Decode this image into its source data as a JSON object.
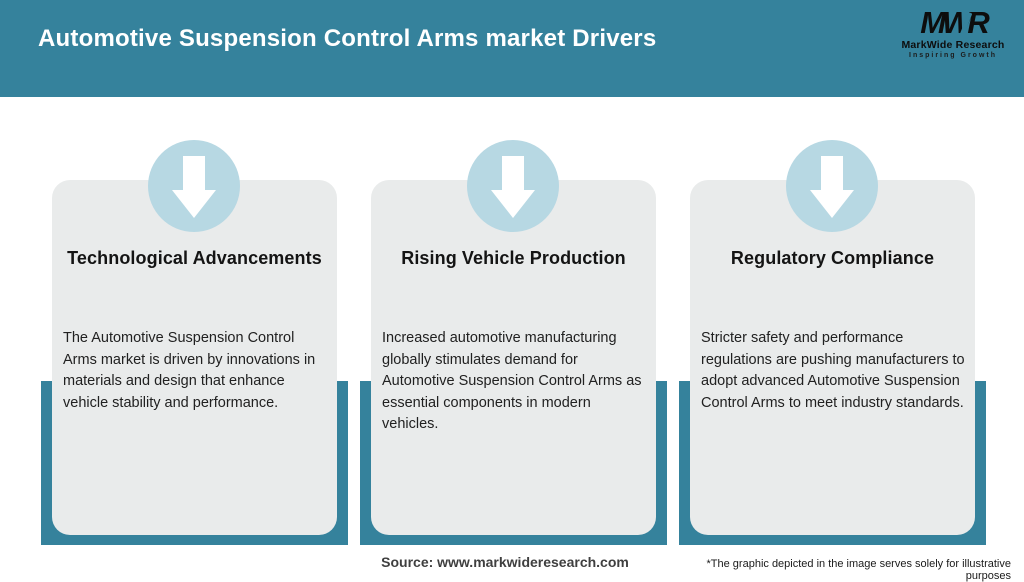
{
  "header": {
    "title": "Automotive Suspension Control Arms market Drivers"
  },
  "logo": {
    "monogram": "MWR",
    "company": "MarkWide Research",
    "tagline": "Inspiring Growth"
  },
  "cards": [
    {
      "icon": "arrow-down-icon",
      "title": "Technological Advancements",
      "body": "The Automotive Suspension Control Arms market is driven by innovations in materials and design that enhance vehicle stability and performance."
    },
    {
      "icon": "arrow-down-icon",
      "title": "Rising Vehicle Production",
      "body": "Increased automotive manufacturing globally stimulates demand for Automotive Suspension Control Arms as essential components in modern vehicles."
    },
    {
      "icon": "arrow-down-icon",
      "title": "Regulatory Compliance",
      "body": "Stricter safety and performance regulations are pushing manufacturers to adopt advanced Automotive Suspension Control Arms to meet industry standards."
    }
  ],
  "footer": {
    "source": "Source: www.markwideresearch.com",
    "disclaimer": "*The graphic depicted in the image serves solely for illustrative purposes"
  },
  "colors": {
    "teal": "#35829c",
    "circle_blue": "#b7d8e3",
    "card_bg": "#e9ebeb",
    "title_text": "#141414",
    "body_text": "#212121",
    "source_text": "#3f3f3f"
  }
}
